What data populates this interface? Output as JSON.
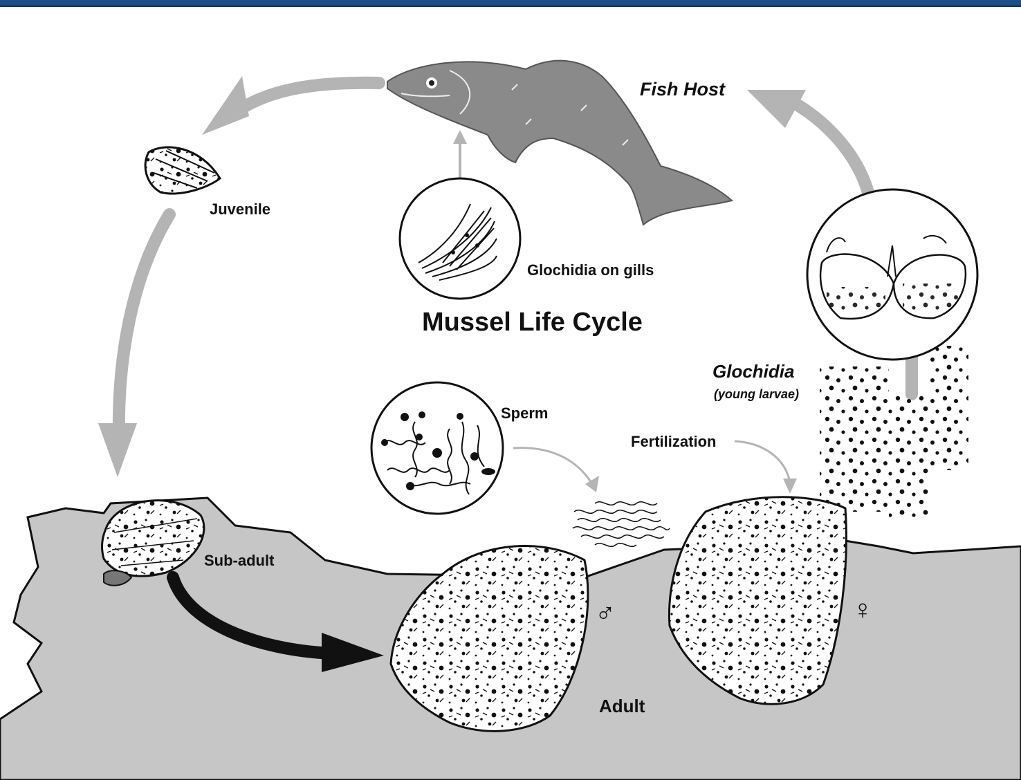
{
  "title": "Mussel Life Cycle",
  "labels": {
    "fish_host": "Fish Host",
    "juvenile": "Juvenile",
    "glochidia_on_gills": "Glochidia on gills",
    "glochidia": "Glochidia",
    "young_larvae": "(young larvae)",
    "sperm": "Sperm",
    "fertilization": "Fertilization",
    "sub_adult": "Sub-adult",
    "adult": "Adult",
    "male_symbol": "♂",
    "female_symbol": "♀"
  },
  "colors": {
    "header_bar": "#1c4f86",
    "arrow_gray": "#b4b4b4",
    "fish_gray": "#8a8a8a",
    "riverbed_gray": "#c6c6c6",
    "ink": "#111111"
  }
}
